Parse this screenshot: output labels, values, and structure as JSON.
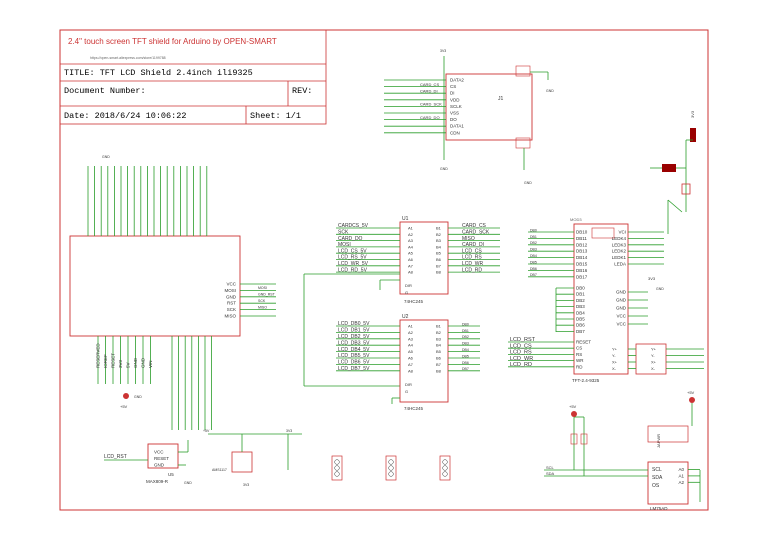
{
  "title_block": {
    "header": "2.4\" touch screen TFT shield for Arduino    by OPEN-SMART",
    "url": "https://open-smart.aliexpress.com/store/1199788",
    "title": "TITLE:  TFT LCD Shield 2.4inch ili9325",
    "document_number": "Document Number:",
    "rev": "REV:",
    "date": "Date: 2018/6/24 10:06:22",
    "sheet": "Sheet: 1/1"
  },
  "u1": {
    "ref": "U1",
    "part": "74HC245",
    "left_pins": [
      "A1",
      "A2",
      "A3",
      "A4",
      "A5",
      "A6",
      "A7",
      "A8"
    ],
    "right_pins": [
      "B1",
      "B2",
      "B3",
      "B4",
      "B5",
      "B6",
      "B7",
      "B8"
    ],
    "inputs": [
      "CARDCS_5V",
      "SCK",
      "CARD_DO",
      "MOSI",
      "LCD_CS_5V",
      "LCD_RS_5V",
      "LCD_WR_5V",
      "LCD_RD_5V"
    ],
    "outputs": [
      "CARD_CS",
      "CARD_SCK",
      "MISO",
      "CARD_DI",
      "LCD_CS",
      "LCD_RS",
      "LCD_WR",
      "LCD_RD"
    ]
  },
  "u2": {
    "ref": "U2",
    "part": "74HC245",
    "inputs": [
      "LCD_DB0_5V",
      "LCD_DB1_5V",
      "LCD_DB2_5V",
      "LCD_DB3_5V",
      "LCD_DB4_5V",
      "LCD_DB5_5V",
      "LCD_DB6_5V",
      "LCD_DB7_5V"
    ],
    "outputs": [
      "DB0",
      "DB1",
      "DB2",
      "DB3",
      "DB4",
      "DB5",
      "DB6",
      "DB7"
    ]
  },
  "tft": {
    "part": "TFT-2.4-9325",
    "left_pins": [
      "DB10",
      "DB11",
      "DB12",
      "DB13",
      "DB14",
      "DB15",
      "DB16",
      "DB17"
    ],
    "right_pins": [
      "VCI",
      "LEDK4",
      "LEDK3",
      "LEDK2",
      "LEDK1",
      "LEDA"
    ],
    "lower_left": [
      "DB0",
      "DB1",
      "DB2",
      "DB3",
      "DB4",
      "DB5",
      "DB6",
      "DB7"
    ],
    "lower_right": [
      "GND",
      "GND",
      "GND",
      "VCC",
      "VCC"
    ],
    "ctrl": [
      "RESET",
      "CS",
      "RS",
      "WR",
      "RD"
    ],
    "touch": [
      "Y+",
      "Y-",
      "X+",
      "X-"
    ],
    "ctrl_nets": [
      "LCD_RST",
      "LCD_CS",
      "LCD_RS",
      "LCD_WR",
      "LCD_RD"
    ]
  },
  "sd": {
    "ref": "J1",
    "pins": [
      "DATA2",
      "CS",
      "DI",
      "VDD",
      "SCLK",
      "VSS",
      "DO",
      "DATA1",
      "CDN"
    ],
    "nets": [
      "CARD_CS",
      "CARD_DI",
      "CARD_SCK",
      "CARD_DO"
    ]
  },
  "arduino": {
    "right_pins": [
      "VCC",
      "MOSI",
      "GND",
      "RST",
      "SCK",
      "MISO"
    ],
    "bottom_labels": [
      "RESERVED",
      "IOREF",
      "RESET",
      "3V3",
      "5V",
      "GND",
      "GND",
      "VIN"
    ],
    "right_nets": [
      "MOSI",
      "GND_RST",
      "SCK",
      "MISO"
    ]
  },
  "reset_chip": {
    "ref": "U5",
    "part": "MAX809-R",
    "pins": [
      "VCC",
      "RESET",
      "GND"
    ],
    "net": "LCD_RST"
  },
  "rtc": {
    "part": "LM75AD",
    "pins": [
      "SCL",
      "SDA",
      "OS",
      "A0",
      "A1",
      "A2"
    ],
    "bus": [
      "SCL",
      "SDA"
    ]
  },
  "labels": {
    "plus5v": "+5V",
    "v3v3": "3V3",
    "gnd": "GND",
    "ams": "AMS1117",
    "jumper": "JAPWR"
  }
}
